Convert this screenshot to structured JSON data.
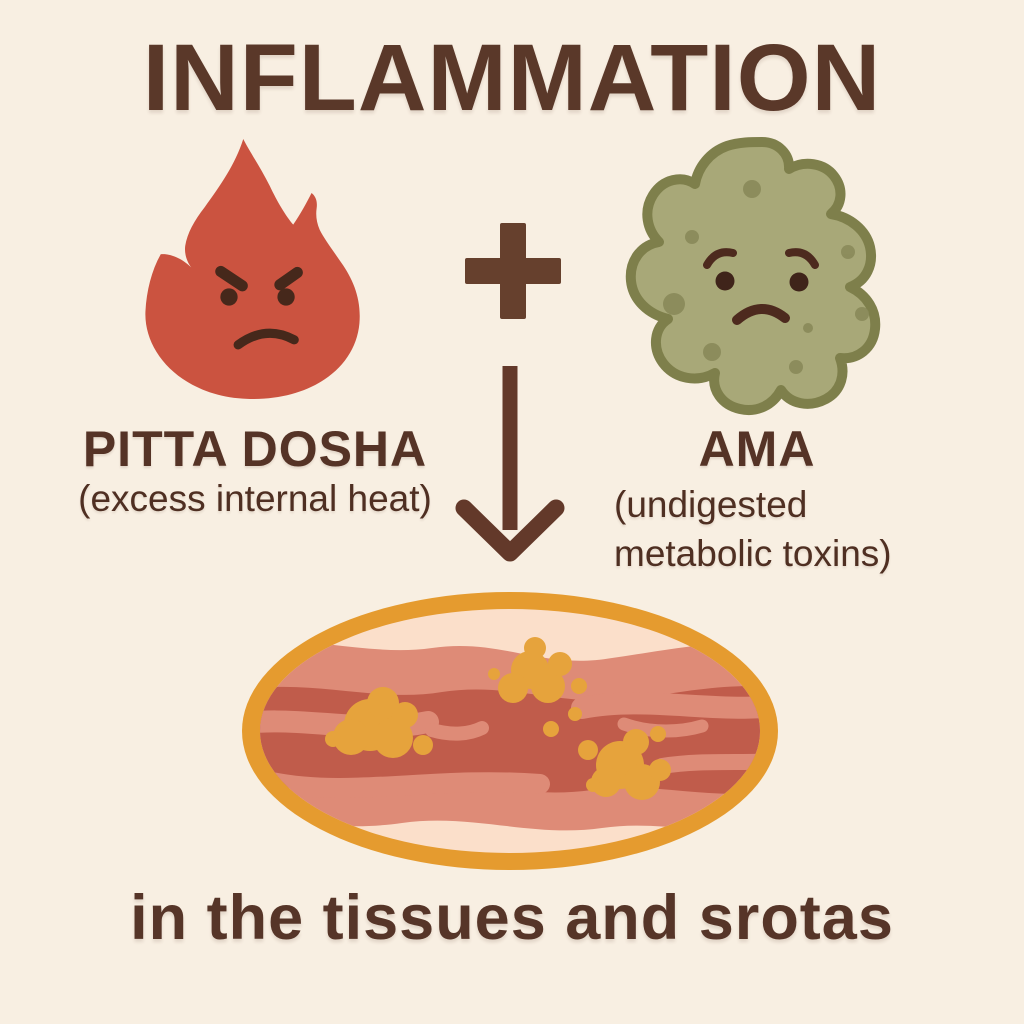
{
  "title": "INFLAMMATION",
  "operators": {
    "plus": "+",
    "arrow": "↓"
  },
  "factors": {
    "pitta": {
      "icon": "flame-icon",
      "name": "PITTA DOSHA",
      "description": "(excess internal heat)"
    },
    "ama": {
      "icon": "toxin-blob-icon",
      "name": "AMA",
      "description_line1": "(undigested",
      "description_line2": "metabolic toxins)"
    }
  },
  "result": {
    "icon": "inflamed-tissue-icon",
    "caption": "in the tissues and srotas"
  },
  "colors": {
    "background": "#f8efe2",
    "text_brown": "#5a3829",
    "flame_red": "#cb5340",
    "face_dark": "#46281b",
    "ama_green_fill": "#a8a878",
    "ama_green_outline": "#7e7f4b",
    "ama_spot": "#8a8a5a",
    "vessel_ring_orange": "#e59b2f",
    "vessel_inner_pale": "#fbdfca",
    "tissue_salmon": "#de8b77",
    "tissue_rust": "#c05c4b",
    "deposit_orange": "#e6a33c"
  }
}
